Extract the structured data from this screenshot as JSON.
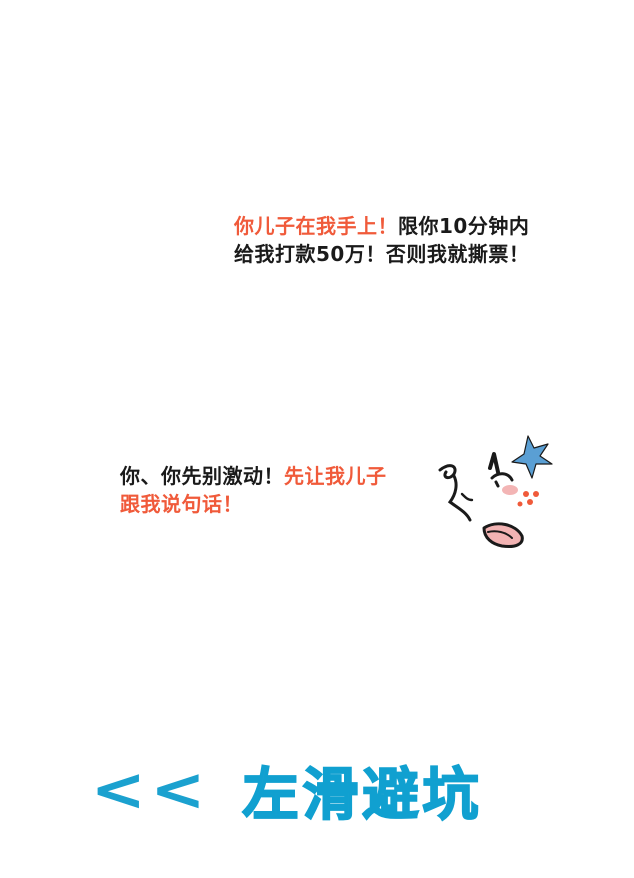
{
  "bubble1": {
    "part1": "你儿子在我手上！",
    "part2": "限你10分钟内给我打款50万！否则我就撕票！"
  },
  "bubble2": {
    "part1": "你、你先别激动！",
    "part2": "先让我儿子跟我说句话！"
  },
  "nav": {
    "arrows": "<<",
    "label": "左滑避坑"
  },
  "colors": {
    "accent_red": "#f05a3a",
    "text_dark": "#1a1a1a",
    "nav_blue": "#1ba1cf"
  },
  "icons": {
    "face": "shocked-face-icon",
    "anger": "anger-mark-icon"
  }
}
